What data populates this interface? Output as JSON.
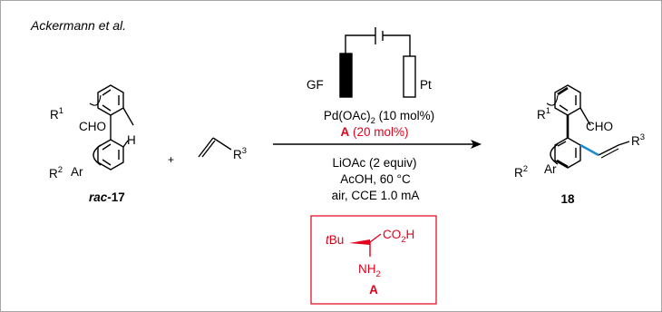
{
  "header": {
    "citation": "Ackermann et al."
  },
  "reactant": {
    "label": "rac-17",
    "label_prefix": "rac",
    "label_number": "-17",
    "cho": "CHO",
    "h": "H",
    "ar": "Ar",
    "r1": {
      "base": "R",
      "sup": "1"
    },
    "r2": {
      "base": "R",
      "sup": "2"
    }
  },
  "plus_sign": "+",
  "olefin": {
    "r3": {
      "base": "R",
      "sup": "3"
    }
  },
  "electrodes": {
    "anode": "GF",
    "cathode": "Pt"
  },
  "conditions": {
    "above": {
      "catalyst": {
        "main": "Pd(OAc)",
        "sub": "2",
        "tail": " (10 mol%)"
      },
      "ligand": {
        "bold": "A",
        "tail": " (20 mol%)"
      }
    },
    "below": [
      "LiOAc (2 equiv)",
      "AcOH, 60 °C",
      "air, CCE 1.0 mA"
    ]
  },
  "ligand_box": {
    "tbu": {
      "prefix": "t",
      "rest": "Bu"
    },
    "co2h": {
      "a": "CO",
      "sub": "2",
      "b": "H"
    },
    "nh2": {
      "a": "NH",
      "sub": "2"
    },
    "label": "A"
  },
  "product": {
    "label": "18",
    "cho": "CHO",
    "ar": "Ar",
    "r1": {
      "base": "R",
      "sup": "1"
    },
    "r2": {
      "base": "R",
      "sup": "2"
    },
    "r3": {
      "base": "R",
      "sup": "3"
    }
  },
  "colors": {
    "ligand_red": "#e3001b",
    "new_bond_blue": "#1f8bd1",
    "frame_gray": "#a6a6a6"
  }
}
